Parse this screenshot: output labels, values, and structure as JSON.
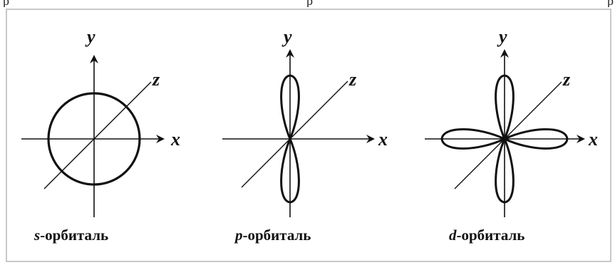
{
  "top_fragment": {
    "text": "р                                             р                                             р",
    "note_visible": true
  },
  "colors": {
    "line": "#111111",
    "frame": "#c8c8c8",
    "background": "#ffffff"
  },
  "axes": {
    "x": "x",
    "y": "y",
    "z": "z"
  },
  "orbitals": [
    {
      "letter": "s",
      "suffix": "-орбиталь",
      "shape": "sphere"
    },
    {
      "letter": "p",
      "suffix": "-орбиталь",
      "shape": "dumbbell-vertical"
    },
    {
      "letter": "d",
      "suffix": "-орбиталь",
      "shape": "four-lobe"
    }
  ]
}
